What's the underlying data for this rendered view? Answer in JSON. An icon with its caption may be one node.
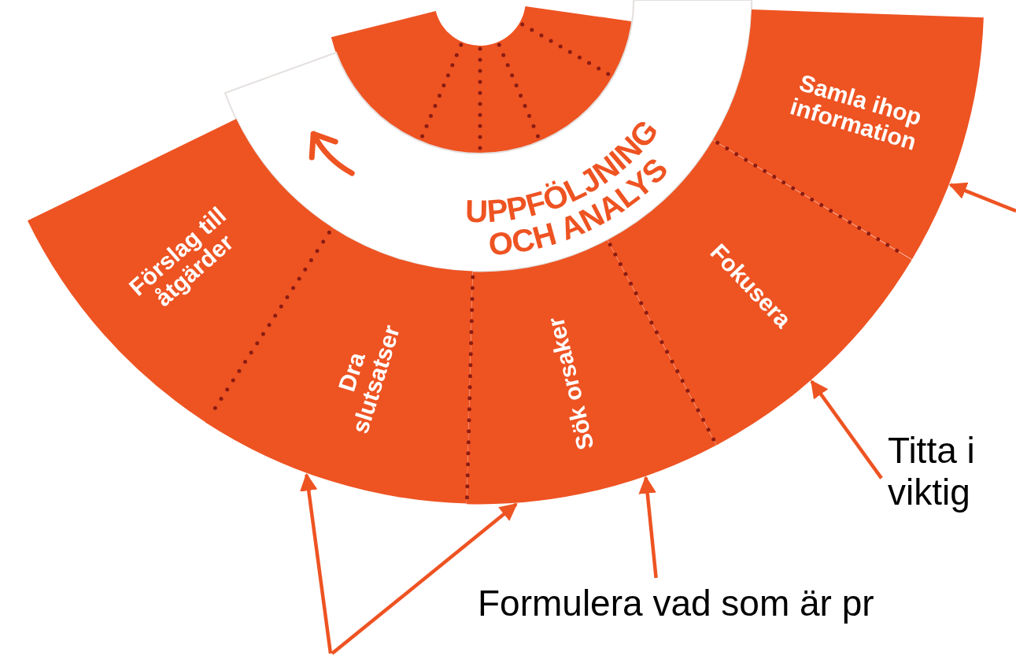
{
  "diagram": {
    "nodes": [
      {
        "text": [
          "UPPFÖLJNING OCH ANALYS"
        ]
      },
      {
        "text": [
          "Samla ihop information"
        ]
      },
      {
        "text": [
          "Fokusera"
        ]
      },
      {
        "text": [
          "Sök orsaker"
        ]
      },
      {
        "text": [
          "Dra slutsatser"
        ]
      },
      {
        "text": [
          "Förslag till åtgärder"
        ]
      },
      {
        "text": [
          "Titta i viktig"
        ]
      },
      {
        "text": [
          "Formulera vad som är pr"
        ]
      }
    ],
    "edges": [
      {
        "from": null,
        "to": 1,
        "arrow": "to"
      },
      {
        "from": 6,
        "to": 2,
        "arrow": "to"
      },
      {
        "from": 7,
        "to": 3,
        "arrow": "to"
      },
      {
        "from": null,
        "to": 4,
        "arrow": "to"
      },
      {
        "from": null,
        "to": 3,
        "arrow": "to"
      }
    ]
  }
}
